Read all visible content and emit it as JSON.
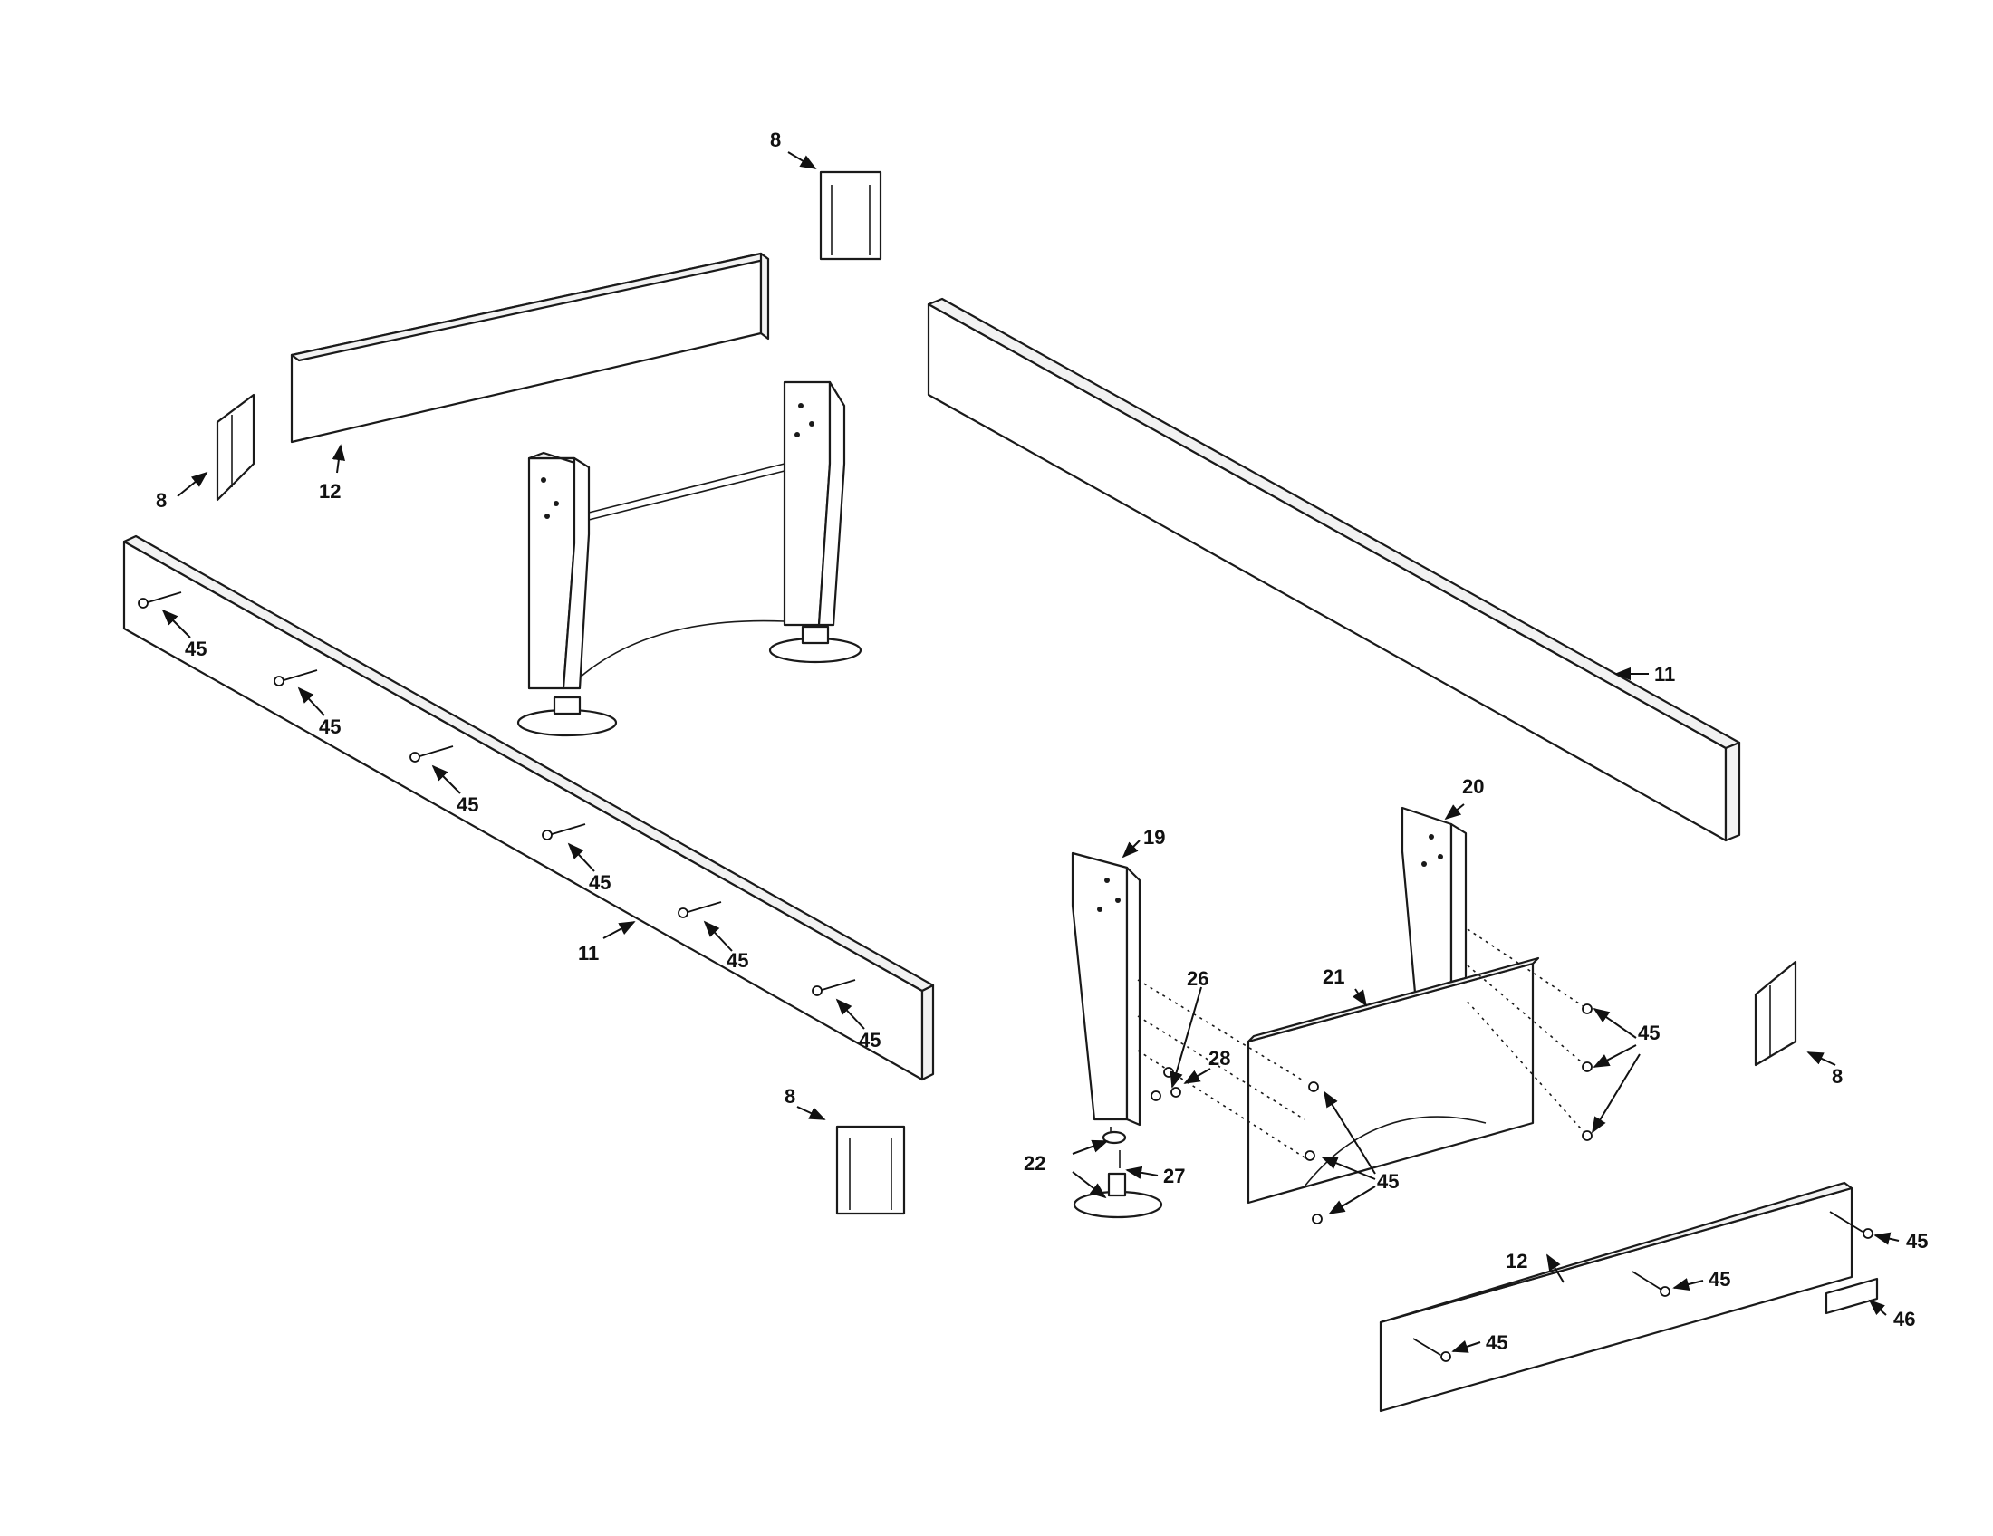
{
  "labels": {
    "corner_bracket": "8",
    "long_side_rail": "11",
    "end_rail": "12",
    "leg_left": "19",
    "leg_right": "20",
    "leg_apron": "21",
    "leveler_foot": "22",
    "bolt": "26",
    "nut": "27",
    "insert": "28",
    "screw": "45",
    "label_plate": "46"
  }
}
